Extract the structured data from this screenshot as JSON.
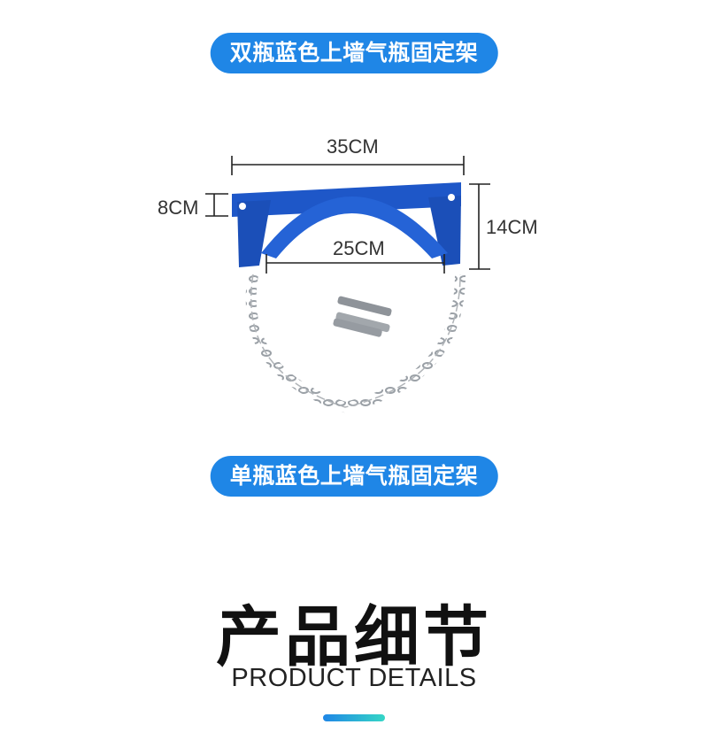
{
  "top_banner": {
    "label": "双瓶蓝色上墙气瓶固定架"
  },
  "product_image": {
    "dimensions": {
      "width_total": "35CM",
      "thickness": "8CM",
      "height": "14CM",
      "inner_width": "25CM"
    }
  },
  "mid_banner": {
    "label": "单瓶蓝色上墙气瓶固定架"
  },
  "details_section": {
    "title": "产品细节",
    "subtitle": "PRODUCT DETAILS"
  },
  "colors": {
    "accent": "#1f86e6",
    "accent_end": "#35d6c6",
    "bracket": "#1e57c8"
  },
  "icons": [
    "bracket-illustration",
    "chain-illustration",
    "anchor-bolt-icon"
  ]
}
